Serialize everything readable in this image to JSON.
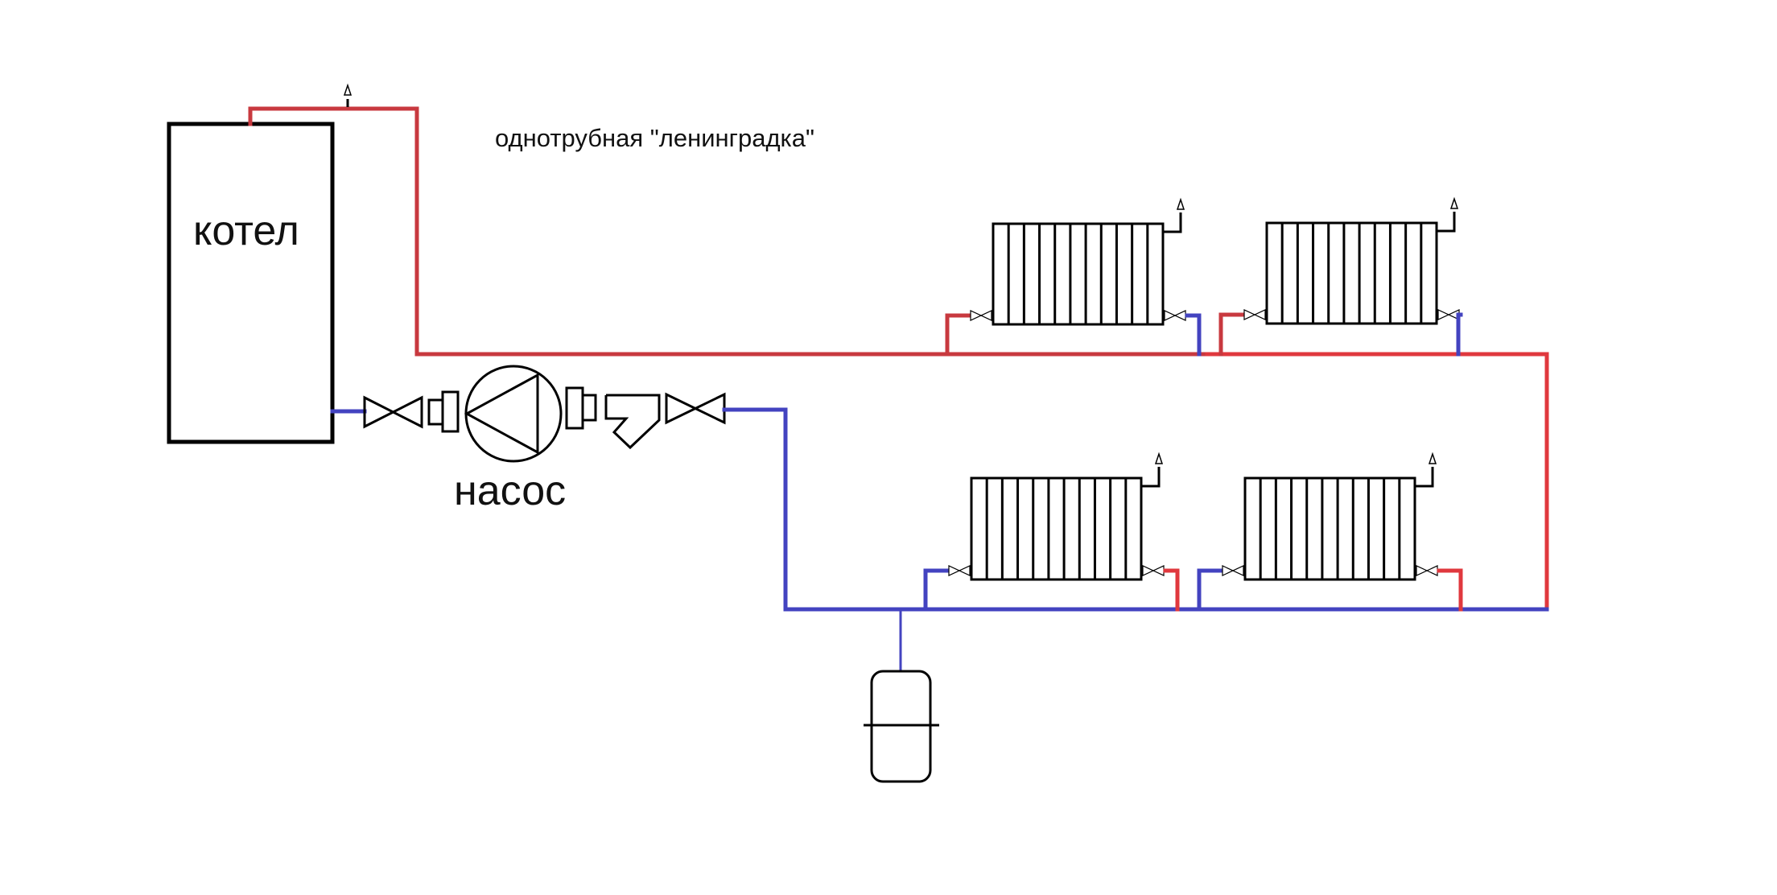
{
  "title": "однотрубная \"ленинградка\"",
  "labels": {
    "boiler": "котел",
    "pump": "насос"
  },
  "colors": {
    "supply_pipe": "#c8393f",
    "return_pipe": "#4343c0",
    "outline": "#000000"
  },
  "components": {
    "boiler": {
      "name": "котел"
    },
    "pump": {
      "name": "насос"
    },
    "radiators": [
      {
        "id": "upper-1",
        "sections": 11
      },
      {
        "id": "upper-2",
        "sections": 11
      },
      {
        "id": "lower-1",
        "sections": 11
      },
      {
        "id": "lower-2",
        "sections": 11
      }
    ],
    "expansion_tank": true,
    "shutoff_valves": 2,
    "strainer": true,
    "unions": 2,
    "air_vents": 5
  }
}
